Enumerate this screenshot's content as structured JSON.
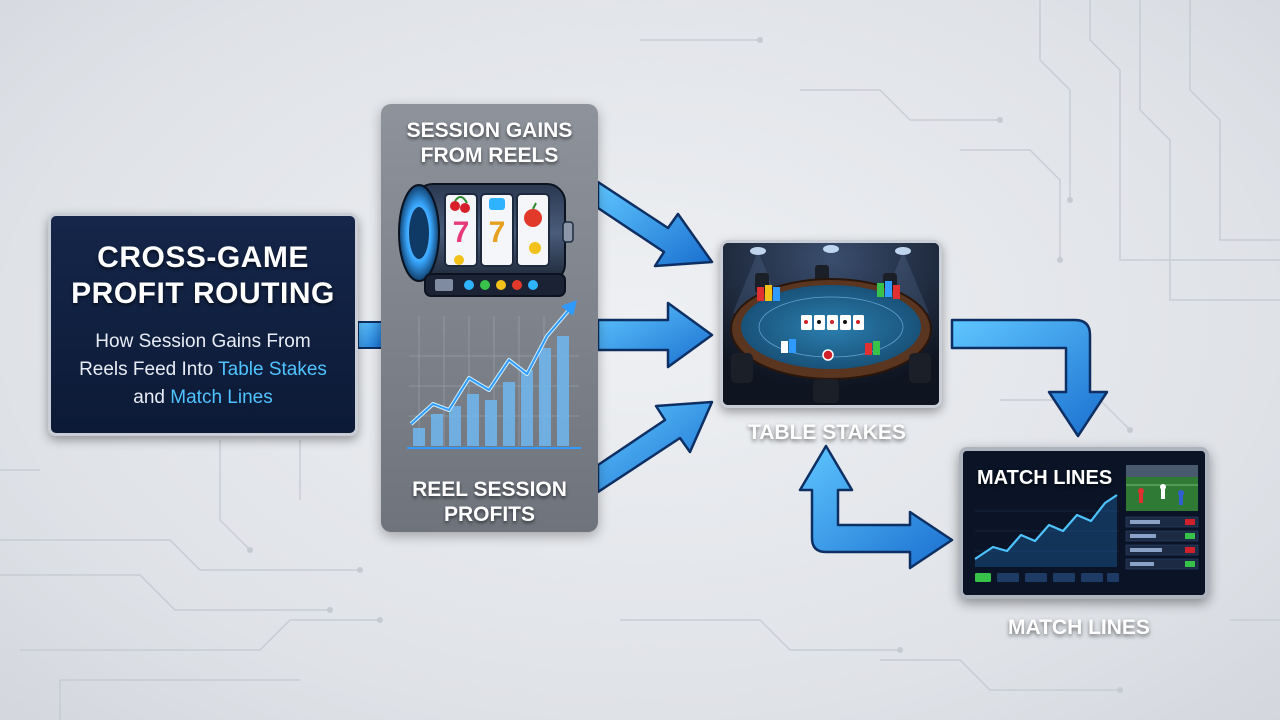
{
  "header": {
    "title_line1": "CROSS-GAME",
    "title_line2": "PROFIT ROUTING",
    "subtitle_line1": "How Session Gains From",
    "subtitle_line2_pre": "Reels Feed Into ",
    "subtitle_line2_hl": "Table Stakes",
    "subtitle_line3_pre": "and ",
    "subtitle_line3_hl": "Match Lines"
  },
  "nodes": {
    "reels": {
      "title_line1": "SESSION GAINS",
      "title_line2": "FROM REELS",
      "bottom_line1": "REEL SESSION",
      "bottom_line2": "PROFITS"
    },
    "table": {
      "caption": "TABLE STAKES"
    },
    "match": {
      "panel_title": "MATCH LINES",
      "caption": "MATCH LINES"
    }
  },
  "slot_symbols": [
    "cherry-icon",
    "seven-icon",
    "seven-icon",
    "apple-icon"
  ],
  "colors": {
    "accent": "#4fc3ff",
    "arrow": "#2a8fe0",
    "arrow_outline": "#0d2f63",
    "panel_dark": "#0c1a36",
    "felt": "#1e5f8a"
  }
}
